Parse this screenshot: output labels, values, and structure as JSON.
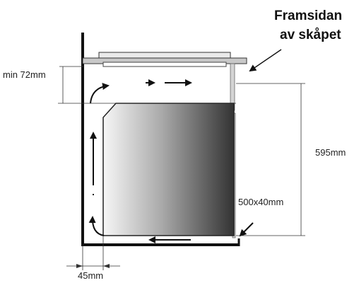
{
  "title": {
    "line1": "Framsidan",
    "line2": "av skåpet"
  },
  "labels": {
    "min_gap": "min 72mm",
    "height": "595mm",
    "vent": "500x40mm",
    "side_gap": "45mm"
  },
  "colors": {
    "oven_dark": "#3a3a3a",
    "oven_light": "#f4f4f4",
    "line": "#111111",
    "panel": "#d4d4d4"
  }
}
